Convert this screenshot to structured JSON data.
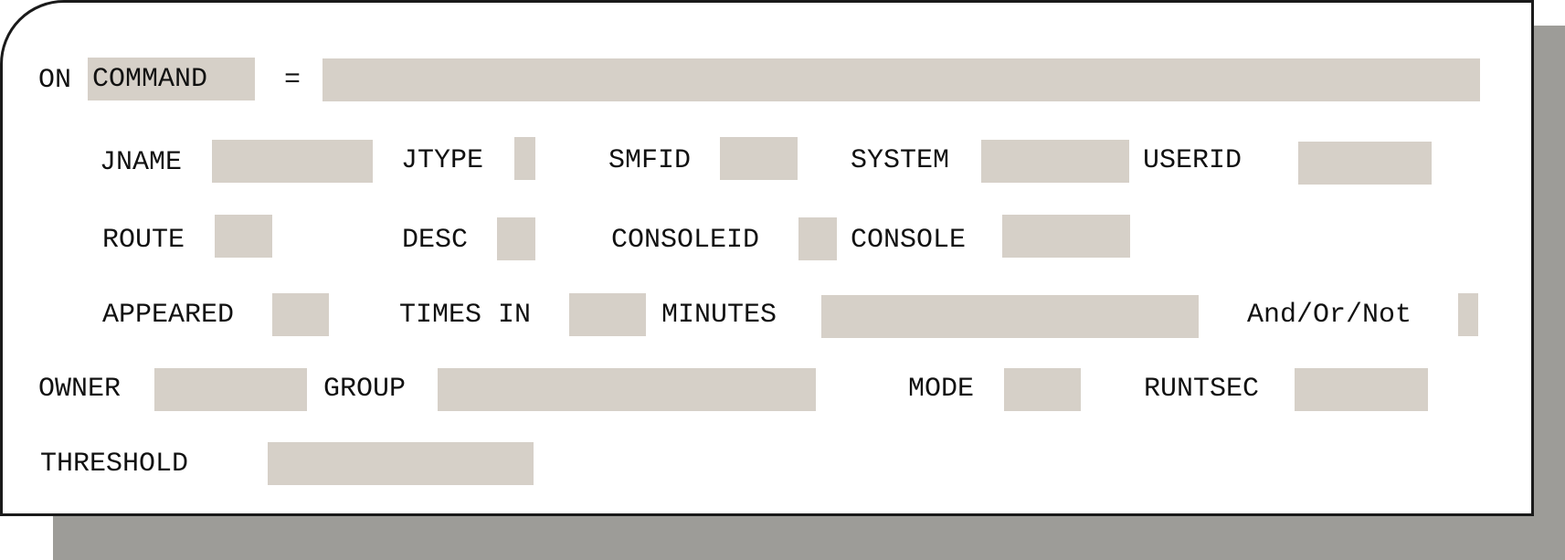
{
  "panel": {
    "row1": {
      "on_label": "ON",
      "command_value": "COMMAND",
      "equals": "=",
      "command_text": ""
    },
    "row2": {
      "jname_label": "JNAME",
      "jtype_label": "JTYPE",
      "smfid_label": "SMFID",
      "system_label": "SYSTEM",
      "userid_label": "USERID"
    },
    "row3": {
      "route_label": "ROUTE",
      "desc_label": "DESC",
      "consoleid_label": "CONSOLEID",
      "console_label": "CONSOLE"
    },
    "row4": {
      "appeared_label": "APPEARED",
      "times_in_label": "TIMES IN",
      "minutes_label": "MINUTES",
      "andornot_label": "And/Or/Not"
    },
    "row5": {
      "owner_label": "OWNER",
      "group_label": "GROUP",
      "mode_label": "MODE",
      "runtsec_label": "RUNTSEC"
    },
    "row6": {
      "threshold_label": "THRESHOLD"
    }
  },
  "colors": {
    "field_fill": "#d6d0c8",
    "shadow": "#9d9c98",
    "border": "#1a1a1a"
  }
}
